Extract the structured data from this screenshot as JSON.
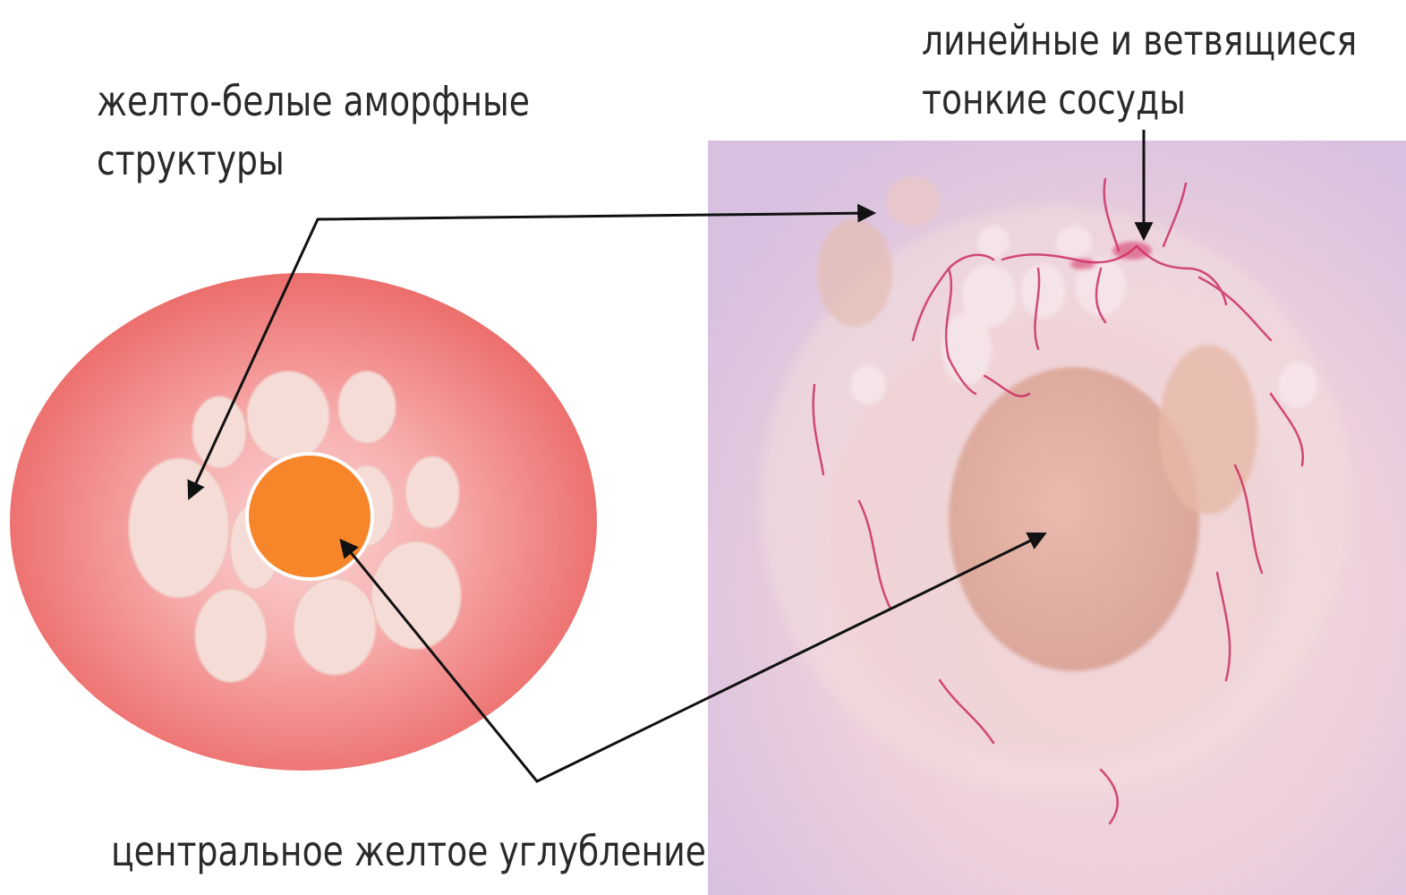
{
  "labels": {
    "amorphous": [
      "желто-белые аморфные",
      "структуры"
    ],
    "vessels": [
      "линейные и ветвящиеся",
      "тонкие сосуды"
    ],
    "central": "центральное желтое углубление"
  },
  "colors": {
    "lesion_outer": "#ef7a78",
    "lesion_inner": "#f8b8b8",
    "globule": "#f6dcd6",
    "center_core": "#f7862a",
    "photo_base": "#efd3dd",
    "vessel": "#c9245c",
    "arrow": "#111111"
  }
}
